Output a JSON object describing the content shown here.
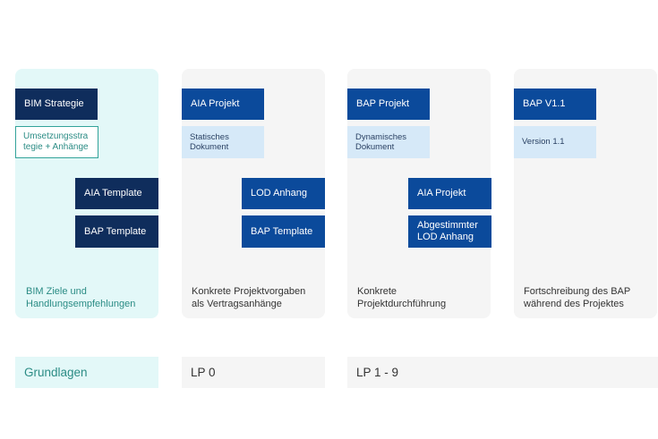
{
  "columns": [
    {
      "boxes": {
        "top": "BIM Strategie",
        "second": "Umsetzungsstra tegie + Anhänge",
        "third": "AIA Template",
        "fourth": "BAP Template"
      },
      "caption": "BIM Ziele und Handlungsempfehlungen"
    },
    {
      "boxes": {
        "top": "AIA Projekt",
        "second": "Statisches Dokument",
        "third": "LOD Anhang",
        "fourth": "BAP Template"
      },
      "caption": "Konkrete Projektvorgaben als Vertragsanhänge"
    },
    {
      "boxes": {
        "top": "BAP Projekt",
        "second": "Dynamisches Dokument",
        "third": "AIA Projekt",
        "fourth": "Abgestimmter LOD Anhang"
      },
      "caption": "Konkrete Projektdurchführung"
    },
    {
      "boxes": {
        "top": "BAP V1.1",
        "second": "Version 1.1"
      },
      "caption": "Fortschreibung des BAP während des Projektes"
    }
  ],
  "phases": {
    "grundlagen": "Grundlagen",
    "lp0": "LP 0",
    "lp1_9": "LP 1 - 9"
  },
  "colors": {
    "dark_navy": "#0f2d5c",
    "blue": "#0b4a9b",
    "light_blue": "#d6e9f8",
    "teal": "#2b8c85",
    "teal_bg": "#e3f8f8",
    "grey_bg": "#f5f5f5"
  }
}
